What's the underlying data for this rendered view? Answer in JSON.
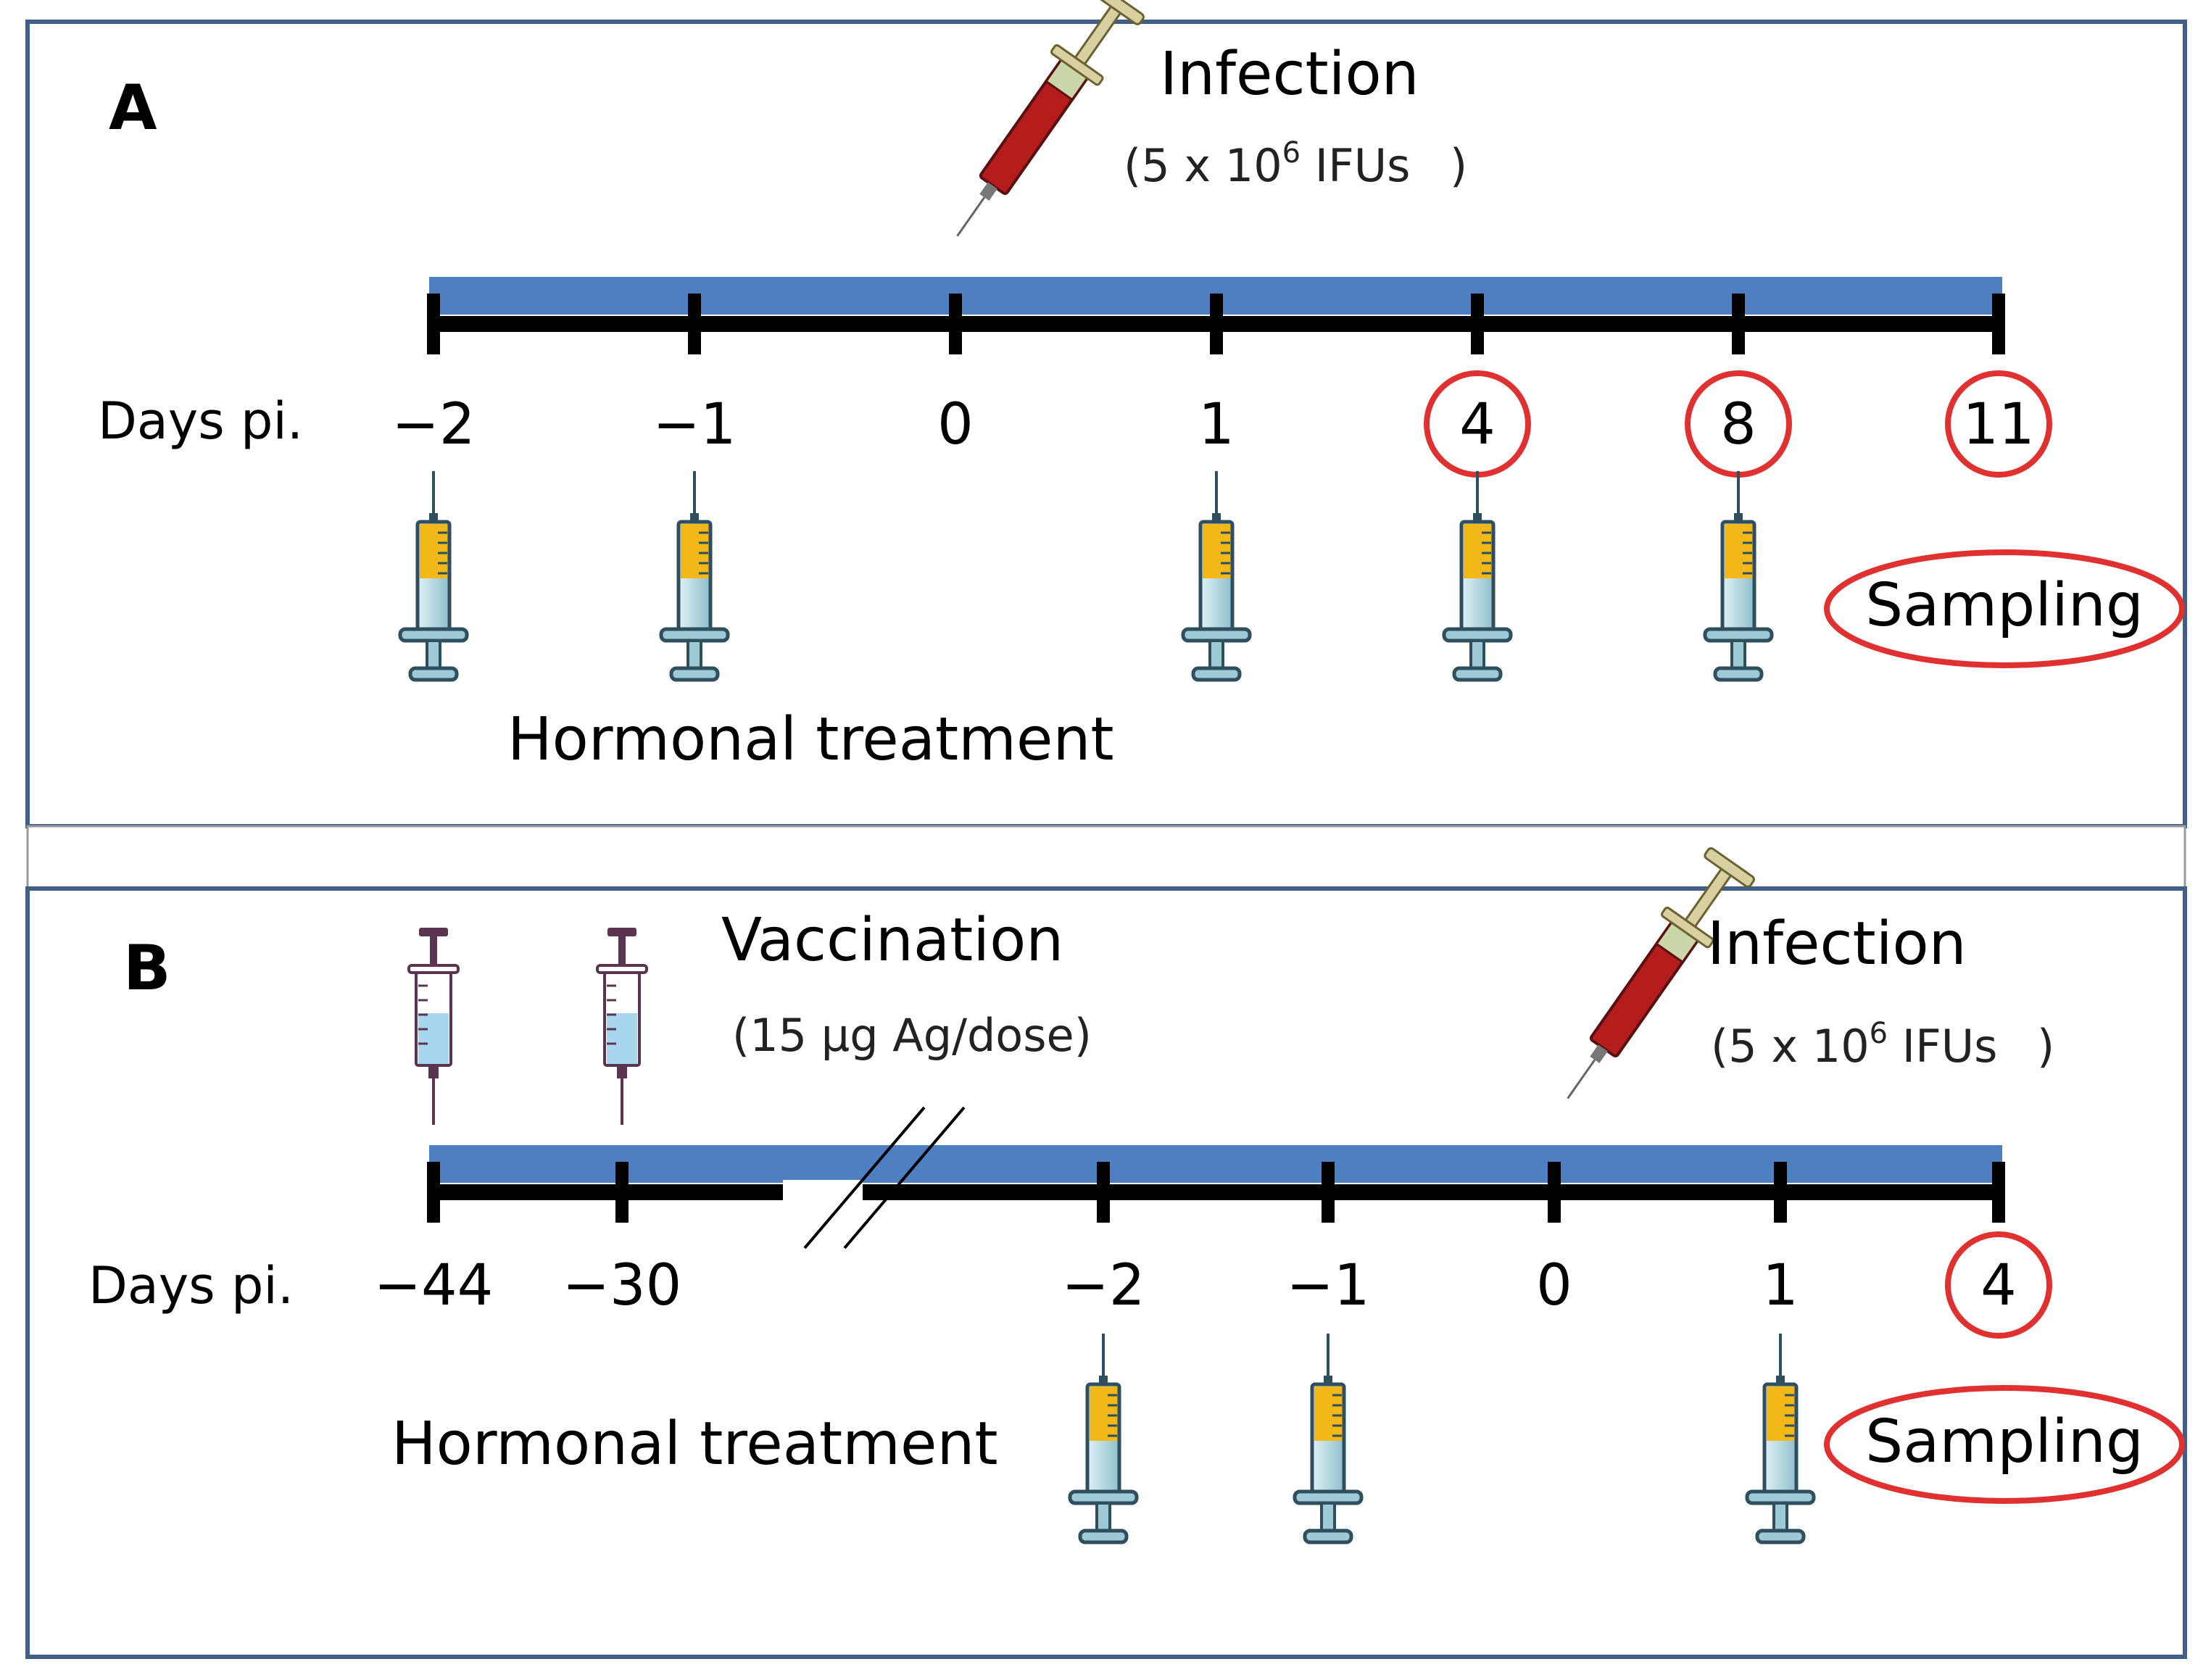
{
  "colors": {
    "frame": "#3e5f87",
    "timeline_bar": "#4e7fc0",
    "axis": "#000000",
    "highlight": "#e03030",
    "hormone_fill": "#f2b817",
    "hormone_body": "#9ecad6",
    "hormone_outline": "#2f4f5e",
    "infection_blood": "#b51c1c",
    "vaccine_fill": "#a9d6ef",
    "vaccine_outline": "#5a3450"
  },
  "panel_a": {
    "label": "A",
    "infection": {
      "title": "Infection",
      "dose_prefix": "(5 x 10",
      "dose_exp": "6",
      "dose_suffix": " IFUs",
      "dose_close": ")",
      "icon": "syringe-blood-icon"
    },
    "days_label": "Days pi.",
    "ticks": [
      "−2",
      "−1",
      "0",
      "1",
      "4",
      "8",
      "11"
    ],
    "sampled_days": [
      "4",
      "8",
      "11"
    ],
    "hormone_days": [
      "−2",
      "−1",
      "1",
      "4",
      "8"
    ],
    "hormone_label": "Hormonal treatment",
    "sampling_label": "Sampling"
  },
  "panel_b": {
    "label": "B",
    "vaccination": {
      "title": "Vaccination",
      "dose": "(15 µg Ag/dose)",
      "days": [
        "−44",
        "−30"
      ],
      "icon": "syringe-vaccine-icon"
    },
    "infection": {
      "title": "Infection",
      "dose_prefix": "(5 x 10",
      "dose_exp": "6",
      "dose_suffix": " IFUs",
      "dose_close": ")",
      "icon": "syringe-blood-icon"
    },
    "days_label": "Days pi.",
    "ticks": [
      "−44",
      "−30",
      "−2",
      "−1",
      "0",
      "1",
      "4"
    ],
    "axis_break": true,
    "sampled_days": [
      "4"
    ],
    "hormone_days": [
      "−2",
      "−1",
      "1"
    ],
    "hormone_label": "Hormonal treatment",
    "sampling_label": "Sampling"
  }
}
